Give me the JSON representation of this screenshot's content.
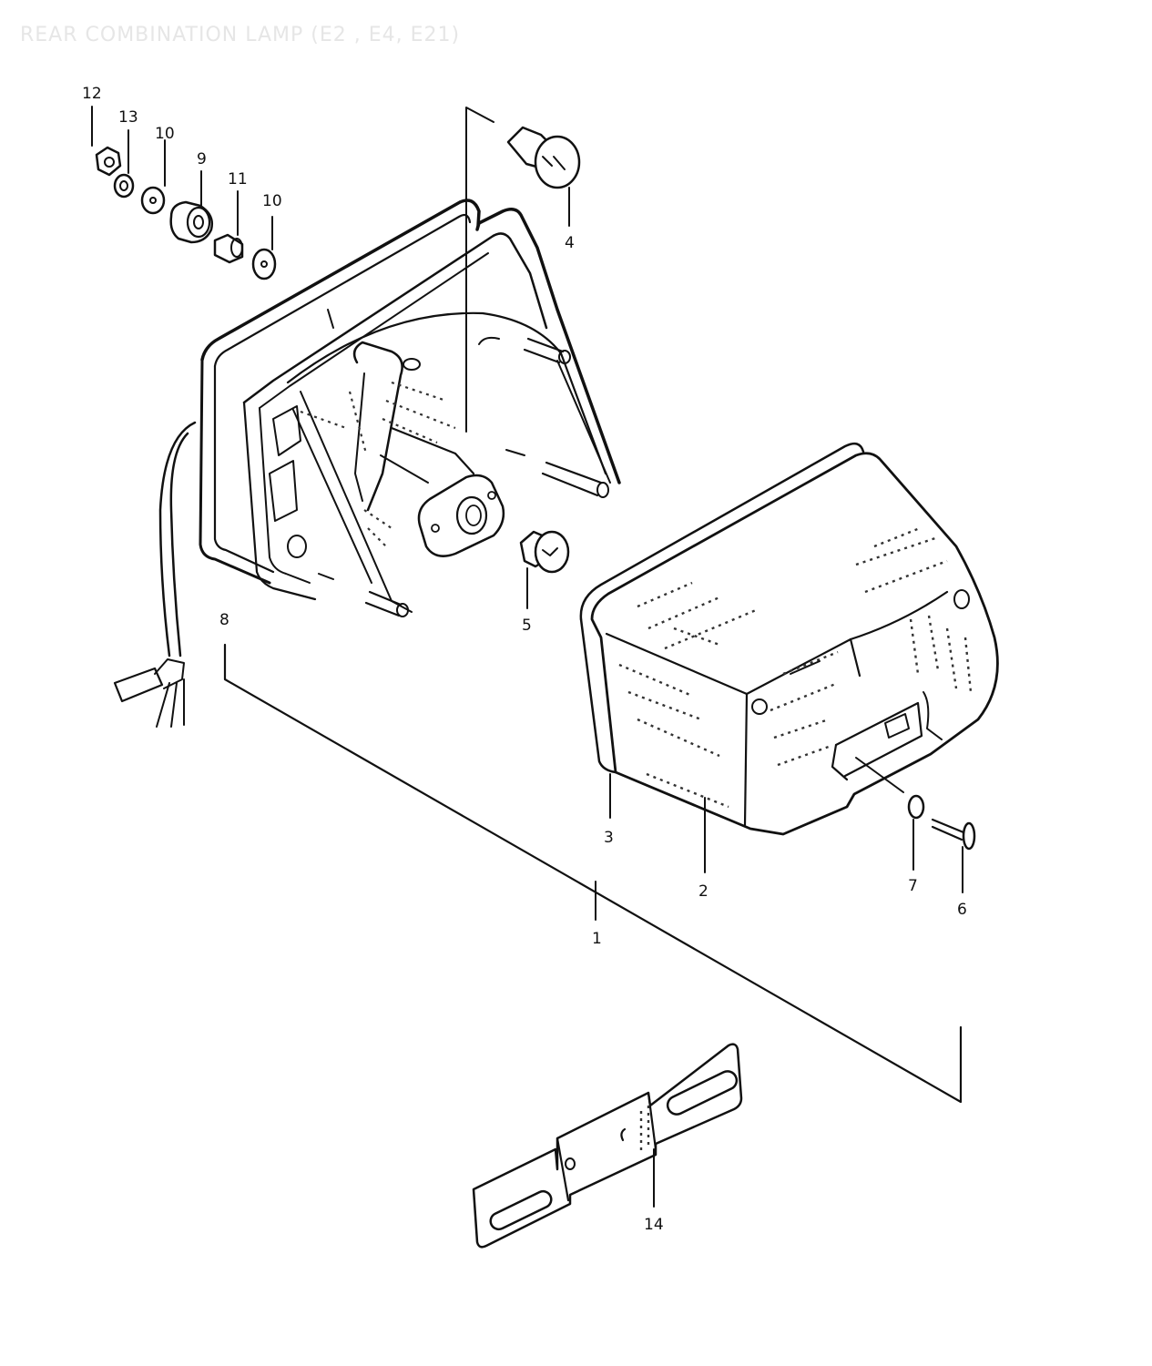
{
  "title": "REAR COMBINATION LAMP (E2 , E4, E21)",
  "callouts": {
    "p1": "1",
    "p2": "2",
    "p3": "3",
    "p4": "4",
    "p5": "5",
    "p6": "6",
    "p7": "7",
    "p8": "8",
    "p9": "9",
    "p10a": "10",
    "p10b": "10",
    "p11": "11",
    "p12": "12",
    "p13": "13",
    "p14": "14"
  }
}
